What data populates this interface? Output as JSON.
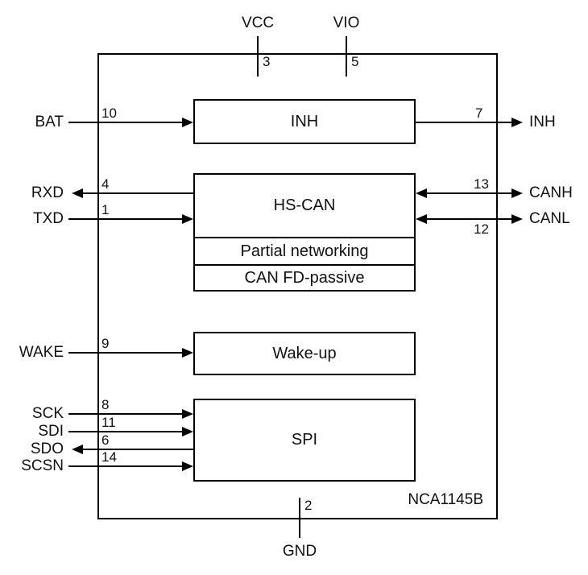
{
  "diagram": {
    "chip_name": "NCA1145B",
    "background_color": "#ffffff",
    "line_color": "#000000"
  },
  "top_pins": [
    {
      "label": "VCC",
      "pin": "3"
    },
    {
      "label": "VIO",
      "pin": "5"
    }
  ],
  "bottom_pins": [
    {
      "label": "GND",
      "pin": "2"
    }
  ],
  "blocks": {
    "inh": {
      "label": "INH"
    },
    "hscan": {
      "label": "HS-CAN",
      "sub_rows": [
        "Partial networking",
        "CAN FD-passive"
      ]
    },
    "wakeup": {
      "label": "Wake-up"
    },
    "spi": {
      "label": "SPI"
    }
  },
  "left_signals": [
    {
      "label": "BAT",
      "pin": "10",
      "direction": "in"
    },
    {
      "label": "RXD",
      "pin": "4",
      "direction": "out"
    },
    {
      "label": "TXD",
      "pin": "1",
      "direction": "in"
    },
    {
      "label": "WAKE",
      "pin": "9",
      "direction": "in"
    },
    {
      "label": "SCK",
      "pin": "8",
      "direction": "in"
    },
    {
      "label": "SDI",
      "pin": "11",
      "direction": "in"
    },
    {
      "label": "SDO",
      "pin": "6",
      "direction": "out"
    },
    {
      "label": "SCSN",
      "pin": "14",
      "direction": "in"
    }
  ],
  "right_signals": [
    {
      "label": "INH",
      "pin": "7",
      "direction": "out"
    },
    {
      "label": "CANH",
      "pin": "13",
      "direction": "bidirectional"
    },
    {
      "label": "CANL",
      "pin": "12",
      "direction": "bidirectional"
    }
  ]
}
